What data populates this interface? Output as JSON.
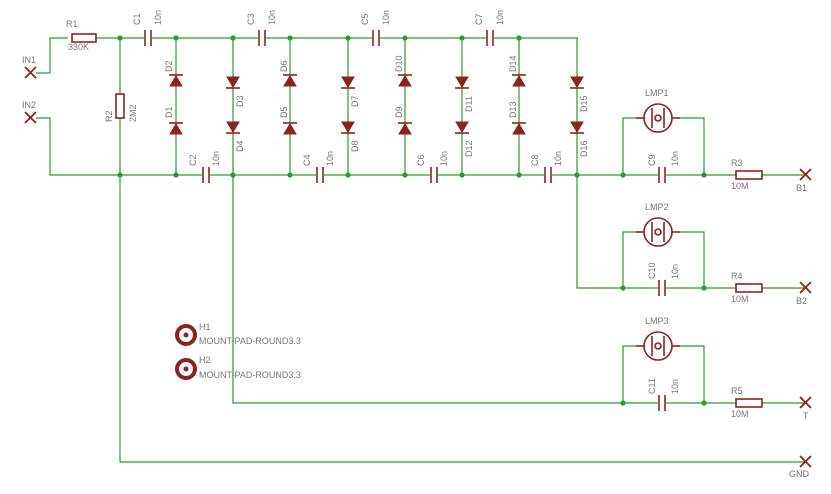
{
  "labels": {
    "R1": "R1",
    "R1v": "330K",
    "R2": "R2",
    "R2v": "2M2",
    "R3": "R3",
    "R3v": "10M",
    "R4": "R4",
    "R4v": "10M",
    "R5": "R5",
    "R5v": "10M",
    "C1": "C1",
    "C2": "C2",
    "C3": "C3",
    "C4": "C4",
    "C5": "C5",
    "C6": "C6",
    "C7": "C7",
    "C8": "C8",
    "C9": "C9",
    "C10": "C10",
    "C11": "C11",
    "cval": "10n",
    "D1": "D1",
    "D2": "D2",
    "D3": "D3",
    "D4": "D4",
    "D5": "D5",
    "D6": "D6",
    "D7": "D7",
    "D8": "D8",
    "D9": "D9",
    "D10": "D10",
    "D11": "D11",
    "D12": "D12",
    "D13": "D13",
    "D14": "D14",
    "D15": "D15",
    "D16": "D16",
    "LMP1": "LMP1",
    "LMP2": "LMP2",
    "LMP3": "LMP3",
    "H1": "H1",
    "H2": "H2",
    "pad": "MOUNT-PAD-ROUND3.3",
    "IN1": "IN1",
    "IN2": "IN2",
    "B1": "B1",
    "B2": "B2",
    "T": "T",
    "GND": "GND"
  },
  "colors": {
    "wire": "#2e9a2e",
    "part": "#8b2323",
    "text": "#777777"
  }
}
